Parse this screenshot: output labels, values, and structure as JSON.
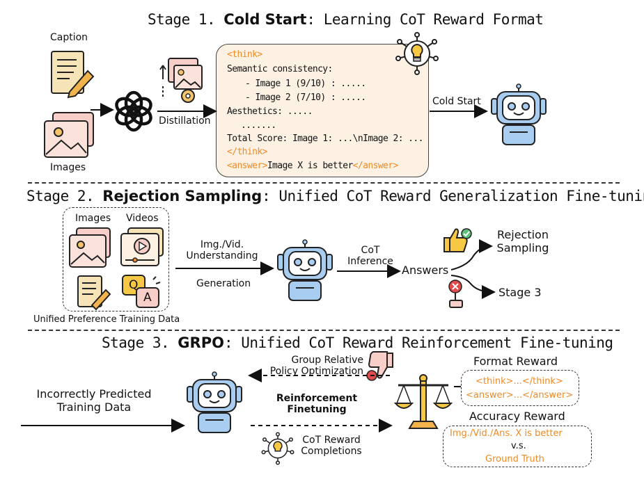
{
  "stage1": {
    "title_prefix": "Stage 1. ",
    "title_bold": "Cold Start",
    "title_suffix": ": Learning CoT Reward Format",
    "caption_label": "Caption",
    "images_label": "Images",
    "distillation_label": "Distillation",
    "cold_start_label": "Cold Start",
    "cot": {
      "think_open": "<think>",
      "line1": "Semantic consistency:",
      "line2": "- Image 1 (9/10) : .....",
      "line3": "- Image 2 (7/10) : .....",
      "line4": "Aesthetics: .....",
      "line5": ".......",
      "line6": "Total Score: Image 1: ...\\nImage 2: ...",
      "think_close": "</think>",
      "answer_open": "<answer>",
      "answer_text": "Image X is better",
      "answer_close": "</answer>"
    }
  },
  "stage2": {
    "title_prefix": "Stage 2. ",
    "title_bold": "Rejection Sampling",
    "title_suffix": ": Unified CoT Reward Generalization Fine-tuning",
    "images_label": "Images",
    "videos_label": "Videos",
    "data_label": "Unified Preference Training Data",
    "understanding_line1": "Img./Vid.",
    "understanding_line2": "Understanding",
    "generation_label": "Generation",
    "cot_line1": "CoT",
    "cot_line2": "Inference",
    "answers_label": "Answers",
    "rejection_line1": "Rejection",
    "rejection_line2": "Sampling",
    "stage3_label": "Stage 3",
    "qa_q": "Q",
    "qa_a": "A"
  },
  "stage3": {
    "title_prefix": "Stage 3. ",
    "title_bold": "GRPO",
    "title_suffix": ": Unified CoT Reward Reinforcement Fine-tuning",
    "incorrect_line1": "Incorrectly Predicted",
    "incorrect_line2": "Training Data",
    "grpo_line1": "Group Relative",
    "grpo_line2": "Policy Optimization",
    "rl_line1": "Reinforcement",
    "rl_line2": "Finetuning",
    "completions_line1": "CoT Reward",
    "completions_line2": "Completions",
    "format_reward_label": "Format Reward",
    "format_line1": "<think>...</think>",
    "format_line2": "<answer>...</answer>",
    "accuracy_reward_label": "Accuracy Reward",
    "acc_line1": "Img./Vid./Ans. X is better",
    "acc_line2": "v.s.",
    "acc_line3": "Ground Truth"
  },
  "colors": {
    "accent_orange": "#f08a24",
    "robot_blue": "#a9cdf0",
    "box_fill": "#fdf1e4",
    "like_green": "#5cc27a",
    "dislike_red": "#e14b4b"
  }
}
